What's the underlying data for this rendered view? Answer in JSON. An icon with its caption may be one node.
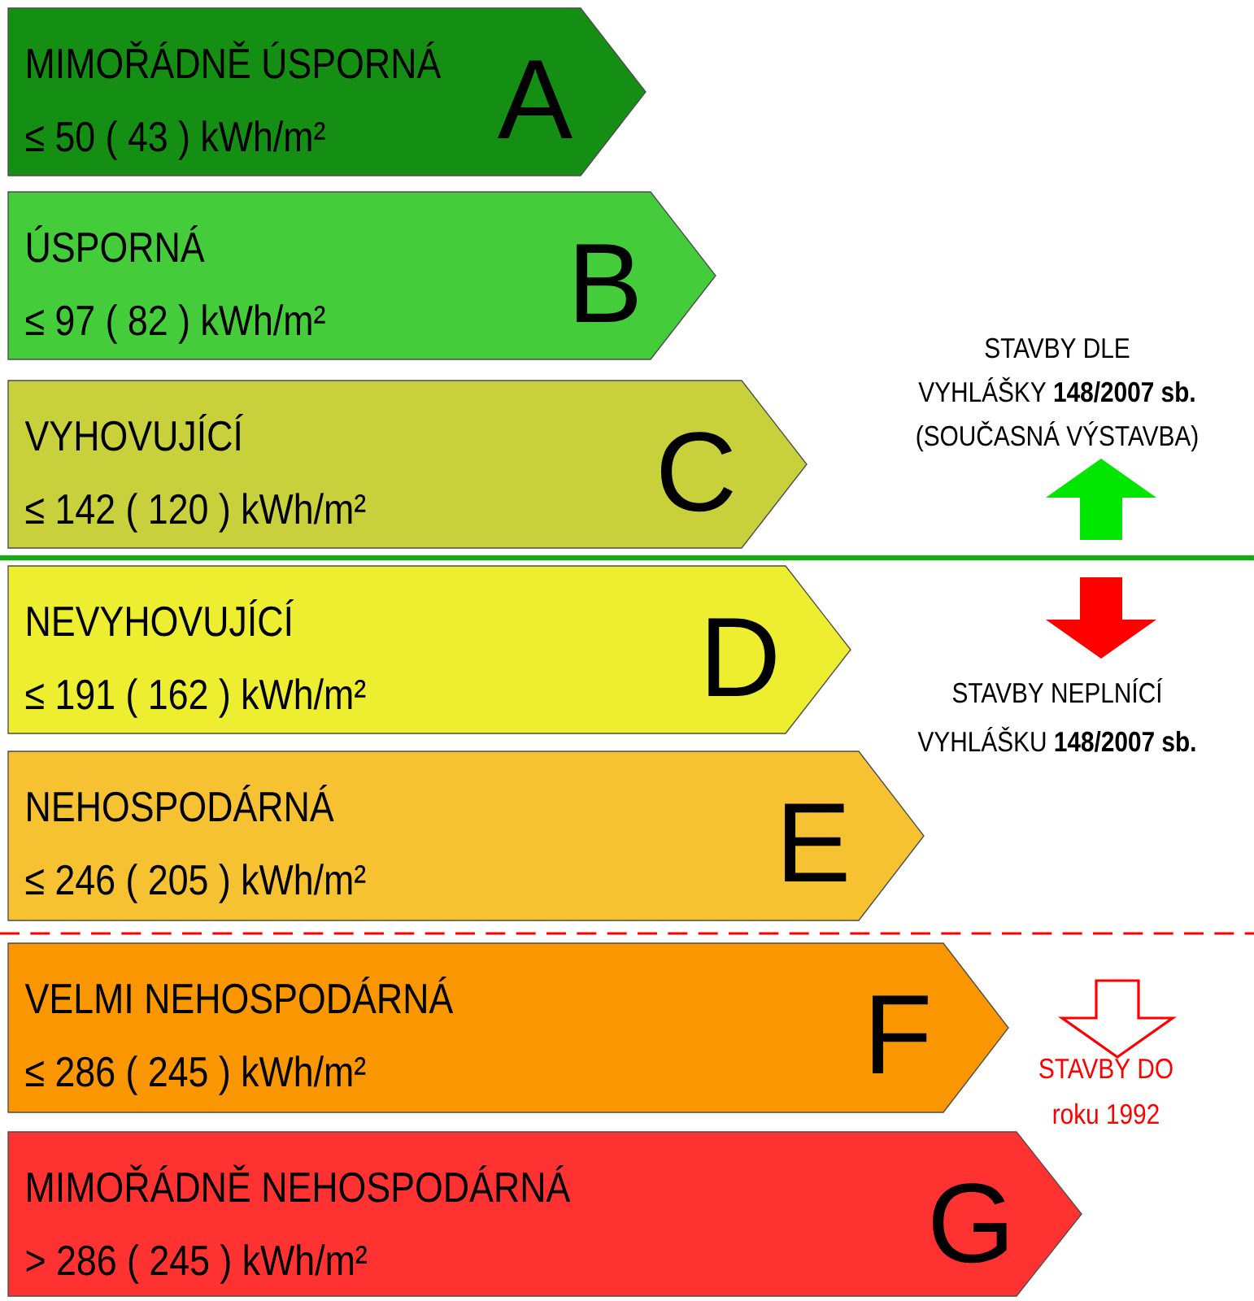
{
  "diagram": {
    "nodes": [
      {
        "text": [
          "MIMOŘÁDNĚ ÚSPORNÁ",
          "≤ 50 ( 43 ) kWh/m²",
          "A"
        ]
      },
      {
        "text": [
          "ÚSPORNÁ",
          "≤ 97 ( 82 ) kWh/m²",
          "B"
        ]
      },
      {
        "text": [
          "VYHOVUJÍCÍ",
          "≤ 142 ( 120 ) kWh/m²",
          "C"
        ]
      },
      {
        "text": [
          "NEVYHOVUJÍCÍ",
          "≤ 191 ( 162 ) kWh/m²",
          "D"
        ]
      },
      {
        "text": [
          "NEHOSPODÁRNÁ",
          "≤ 246 ( 205 ) kWh/m²",
          "E"
        ]
      },
      {
        "text": [
          "VELMI NEHOSPODÁRNÁ",
          "≤ 286 ( 245 ) kWh/m²",
          "F"
        ]
      },
      {
        "text": [
          "MIMOŘÁDNĚ NEHOSPODÁRNÁ",
          "> 286 ( 245 ) kWh/m²",
          "G"
        ]
      }
    ],
    "labels": [
      "STAVBY DLE",
      "VYHLÁŠKY **148/2007 sb.**",
      "(SOUČASNÁ VÝSTAVBA)",
      "STAVBY NEPLNÍCÍ",
      "VYHLÁŠKU **148/2007 sb.**",
      "STAVBY DO",
      "roku 1992"
    ]
  }
}
